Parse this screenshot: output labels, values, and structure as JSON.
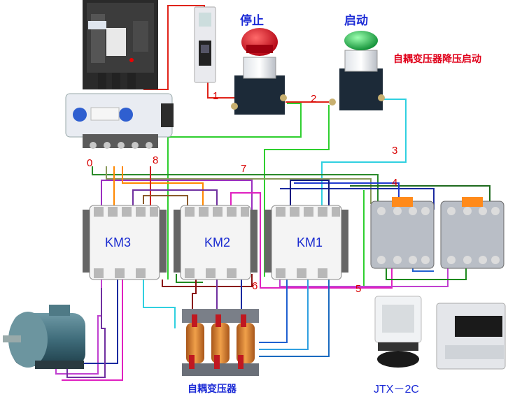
{
  "labels": {
    "stop": "停止",
    "start": "启动",
    "title": "自耦变压器降压启动",
    "transformer": "自耦变压器",
    "relay_model": "JTX－2C"
  },
  "wires": {
    "w0": "0",
    "w1": "1",
    "w2": "2",
    "w3": "3",
    "w4": "4",
    "w5": "5",
    "w6": "6",
    "w7": "7",
    "w8": "8"
  },
  "contactors": {
    "km3": "KM3",
    "km2": "KM2",
    "km1": "KM1"
  },
  "colors": {
    "label_blue": "#1c2bd6",
    "title_red": "#e0001a",
    "wire_number_red": "#d80000"
  }
}
